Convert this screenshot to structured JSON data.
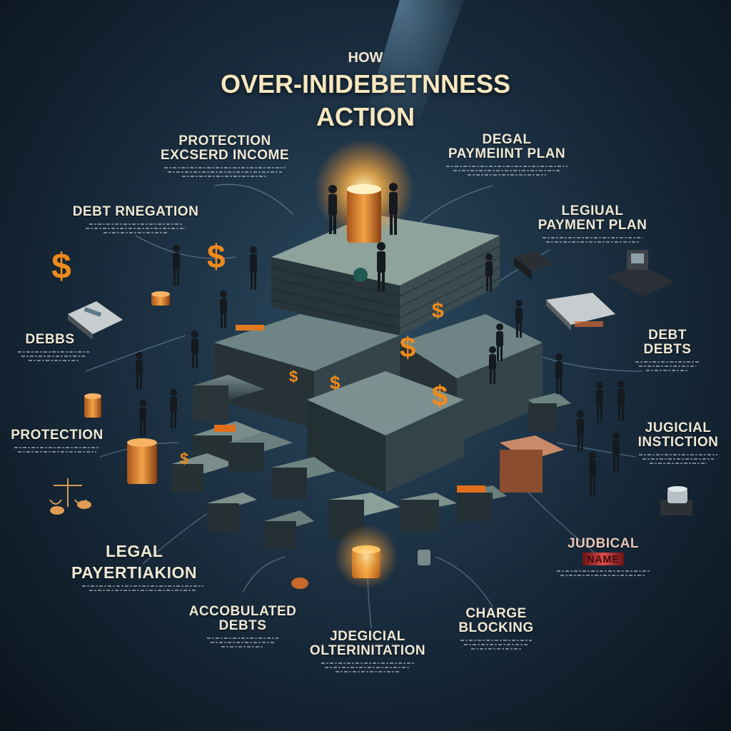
{
  "title": {
    "kicker": "HOW",
    "line1": "OVER-INIDEBETNNESS",
    "line2": "ACTION"
  },
  "labels": {
    "protection_income": {
      "line1": "PROTECTION",
      "line2": "EXCSERD INCOME"
    },
    "degal_payment": {
      "line1": "DEGAL",
      "line2": "PAYMEIINT PLAN"
    },
    "debt_renegation": {
      "line1": "DEBT RNEGATION"
    },
    "legiual_payment": {
      "line1": "LEGIUAL",
      "line2": "PAYMENT PLAN"
    },
    "debbs": {
      "line1": "DEBBS"
    },
    "debt_debts": {
      "line1": "DEBT",
      "line2": "DEBTS"
    },
    "protection": {
      "line1": "PROTECTION"
    },
    "jugicial_instiction": {
      "line1": "JUGICIAL",
      "line2": "INSTICTION"
    },
    "legal_payertiakion": {
      "line1": "LEGAL",
      "line2": "PAYERTIAKION"
    },
    "judbical": {
      "line1": "JUDBICAL",
      "badge": "NAME"
    },
    "accobulated_debts": {
      "line1": "ACCOBULATED",
      "line2": "DEBTS"
    },
    "jdegicial": {
      "line1": "JDEGICIAL",
      "line2": "OLTERINITATION"
    },
    "charge_blocking": {
      "line1": "CHARGE",
      "line2": "BLOCKING"
    }
  },
  "icons": {
    "dollar": "dollar-sign-icon",
    "coins": "coin-stack-icon",
    "scales": "scales-of-justice-icon",
    "calculator": "calculator-icon",
    "briefcase": "briefcase-icon",
    "register": "cash-register-icon"
  },
  "colors": {
    "background": "#1e3447",
    "accent_glow": "#ffb64a",
    "dollar_orange": "#f08a1c",
    "title_cream": "#f6e7bf",
    "label_cream": "#f0e8d4",
    "money_green": "#3f5a55"
  }
}
